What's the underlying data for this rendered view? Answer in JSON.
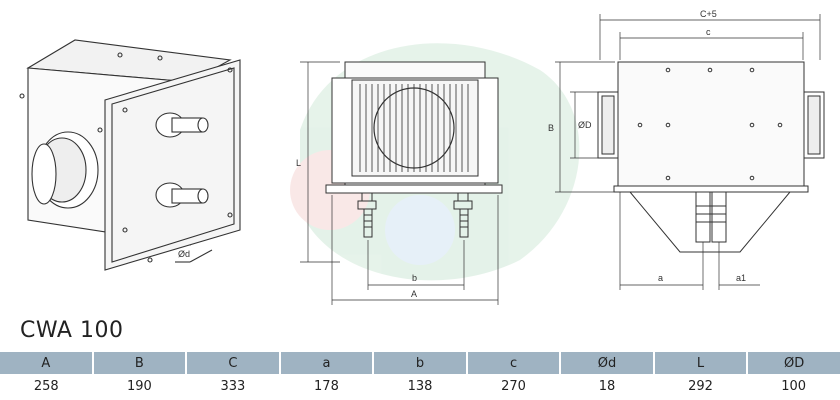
{
  "drawing": {
    "labels": {
      "diameter_d": "Ød",
      "length_L": "L",
      "dim_b": "b",
      "dim_A": "A",
      "dim_C_plus": "C+5",
      "dim_c": "c",
      "dim_B": "B",
      "diameter_D": "ØD",
      "dim_a": "a",
      "dim_a1": "a1"
    }
  },
  "model": {
    "title": "CWA 100"
  },
  "table": {
    "headers": [
      "A",
      "B",
      "C",
      "a",
      "b",
      "c",
      "Ød",
      "L",
      "ØD"
    ],
    "values": [
      "258",
      "190",
      "333",
      "178",
      "138",
      "270",
      "18",
      "292",
      "100"
    ]
  }
}
